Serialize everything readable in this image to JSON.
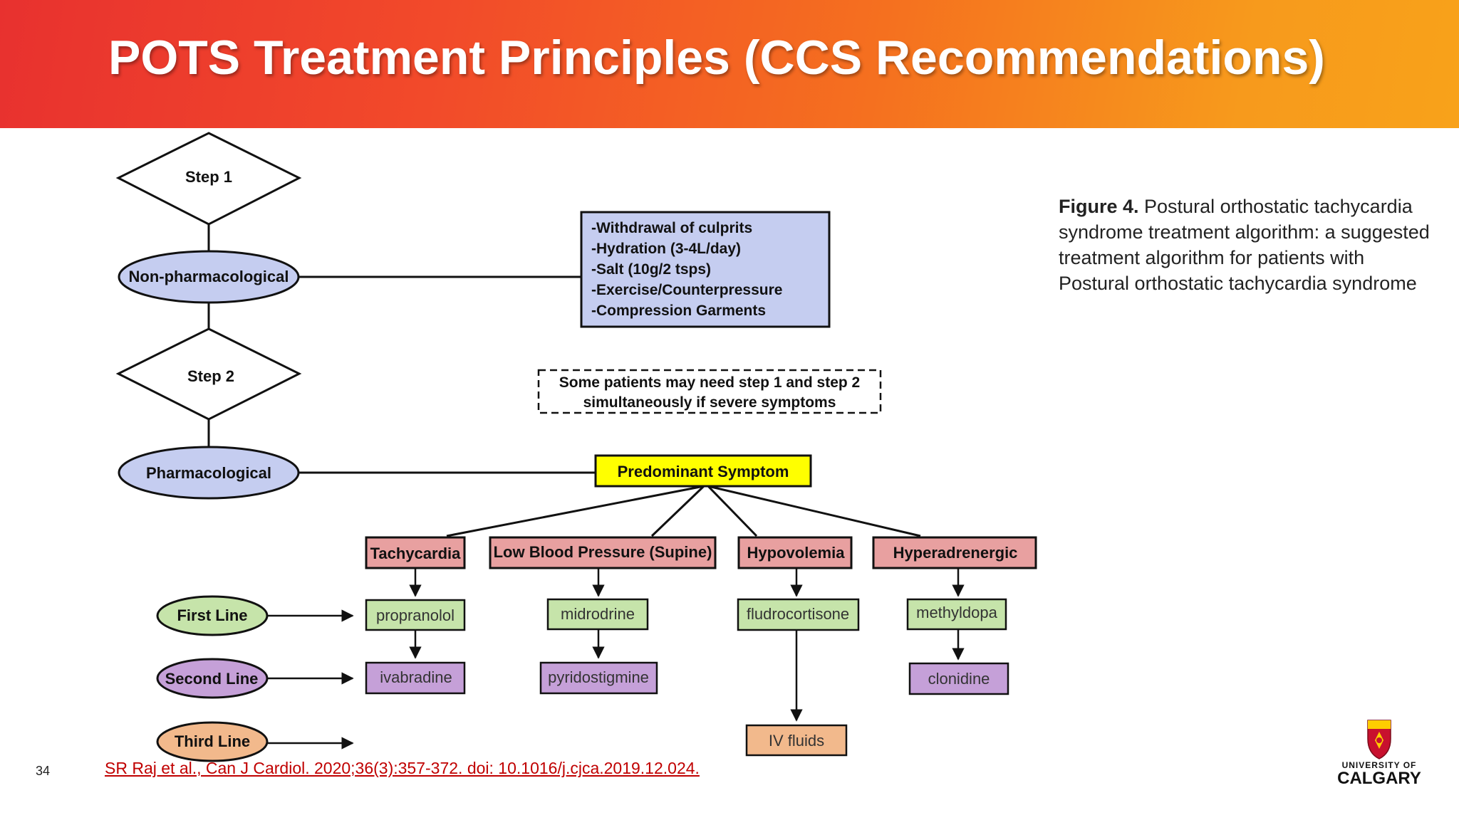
{
  "slide": {
    "title": "POTS Treatment Principles (CCS Recommendations)",
    "number": "34",
    "citation": "SR Raj et al., Can J Cardiol. 2020;36(3):357-372. doi: 10.1016/j.cjca.2019.12.024."
  },
  "caption": {
    "label": "Figure 4.",
    "text": " Postural orthostatic tachycardia syndrome treatment algorithm: a suggested treatment algorithm for patients with Postural orthostatic tachycardia syndrome"
  },
  "logo": {
    "line1": "UNIVERSITY OF",
    "line2": "CALGARY"
  },
  "flowchart": {
    "step1": "Step 1",
    "step2": "Step 2",
    "non_pharm": "Non-pharmacological",
    "pharm": "Pharmacological",
    "non_pharm_items": [
      "-Withdrawal of culprits",
      "-Hydration (3-4L/day)",
      "-Salt (10g/2 tsps)",
      "-Exercise/Counterpressure",
      "-Compression Garments"
    ],
    "note": [
      "Some patients may need step 1 and step 2",
      "simultaneously if severe symptoms"
    ],
    "predominant": "Predominant Symptom",
    "categories": [
      "Tachycardia",
      "Low Blood Pressure (Supine)",
      "Hypovolemia",
      "Hyperadrenergic"
    ],
    "line_labels": [
      "First Line",
      "Second Line",
      "Third Line"
    ],
    "first_line": [
      "propranolol",
      "midrodrine",
      "fludrocortisone",
      "methyldopa"
    ],
    "second_line": [
      "ivabradine",
      "pyridostigmine",
      "clonidine"
    ],
    "third_line": [
      "IV fluids"
    ]
  },
  "colors": {
    "blue_fill": "#c5cdf0",
    "yellow_fill": "#ffff00",
    "red_fill": "#e8a0a0",
    "green_fill": "#c6e4aa",
    "purple_fill": "#c5a0d8",
    "orange_fill": "#f2b98c",
    "link": "#c00000"
  }
}
